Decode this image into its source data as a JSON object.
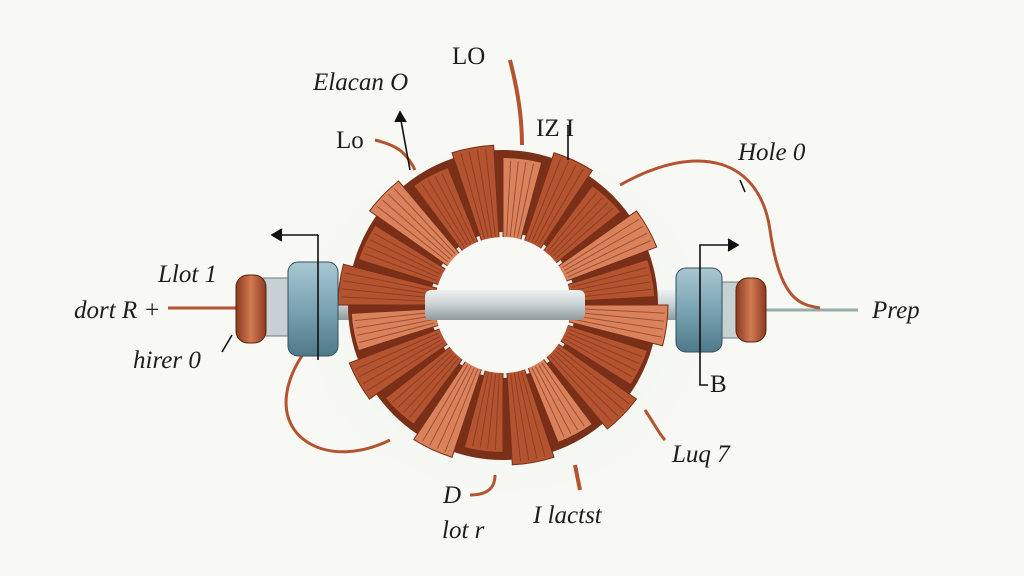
{
  "labels": {
    "lo_top": "LO",
    "elacan": "Elacan O",
    "lo_left": "Lo",
    "iz": "IZ I",
    "hole": "Hole 0",
    "llot": "Llot 1",
    "dort": "dort R +",
    "hirer": "hirer 0",
    "prep": "Prep",
    "b": "B",
    "luq": "Luq 7",
    "d": "D",
    "lotr": "lot r",
    "flactst": "I lactst"
  },
  "colors": {
    "copper": "#b4532f",
    "copper_dark": "#7a2f18",
    "copper_light": "#d9825c",
    "connector_blue": "#7fa9b8",
    "rod": "#d9dfe0",
    "background": "#f8f9f4"
  }
}
